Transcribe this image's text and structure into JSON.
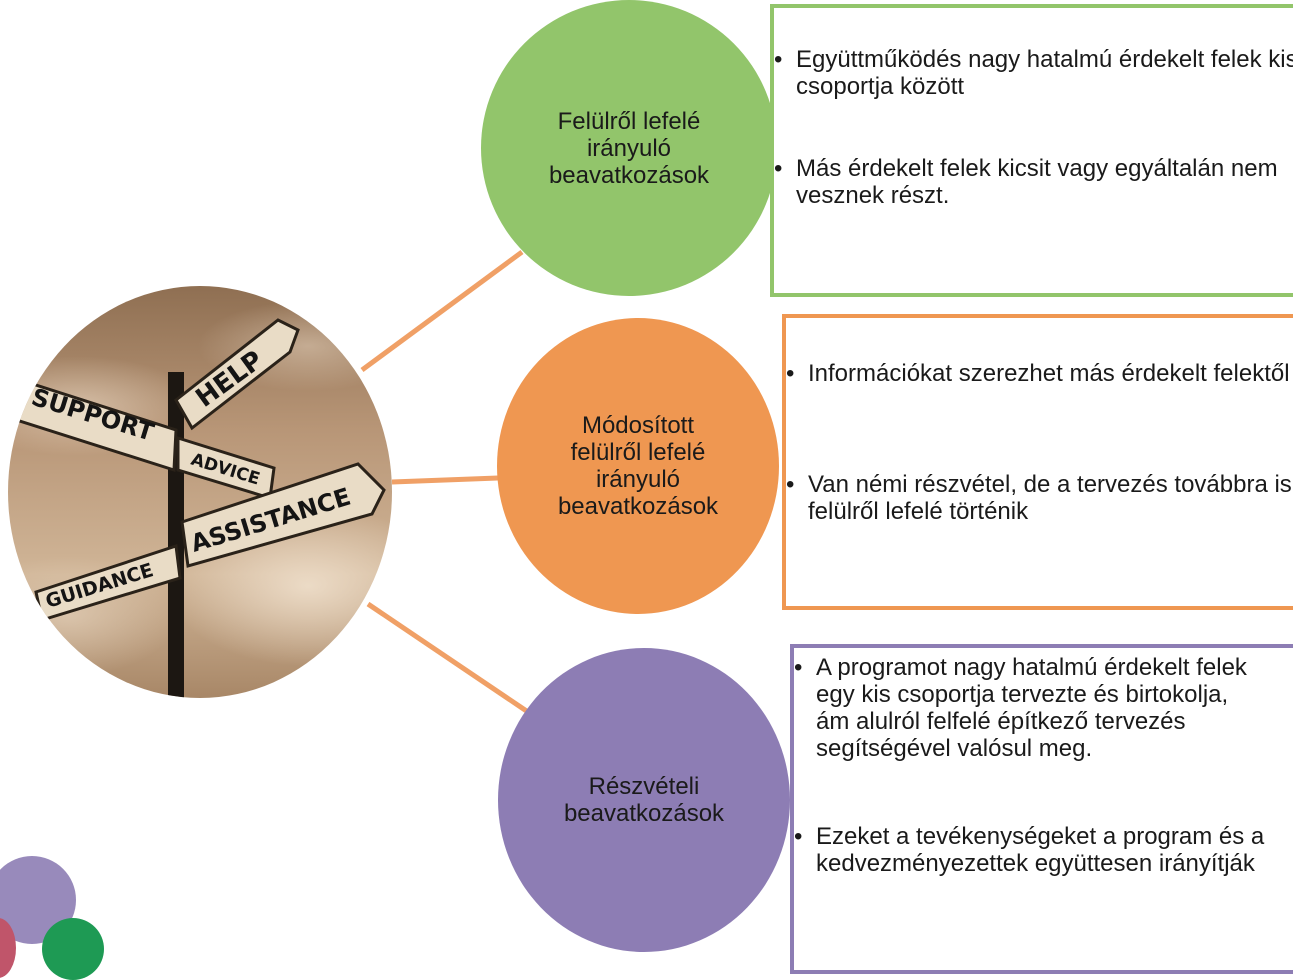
{
  "colors": {
    "green": "#92c56b",
    "orange": "#ef9751",
    "purple": "#8d7db4",
    "connector": "#f0a066",
    "photo_sepia": "#bfa07e"
  },
  "photo": {
    "signs": {
      "help": "HELP",
      "support": "SUPPORT",
      "advice": "ADVICE",
      "assistance": "ASSISTANCE",
      "guidance": "GUIDANCE"
    }
  },
  "nodes": [
    {
      "label": "Felülről lefelé\nirányuló\nbeavatkozások",
      "bullets": [
        "Együttműködés nagy hatalmú érdekelt felek kis csoportja között",
        "Más érdekelt felek kicsit vagy egyáltalán nem vesznek részt."
      ]
    },
    {
      "label": "Módosított\nfelülről lefelé\nirányuló\nbeavatkozások",
      "bullets": [
        "Információkat szerezhet más érdekelt felektől",
        "Van némi részvétel, de a tervezés továbbra is felülről lefelé történik"
      ]
    },
    {
      "label": "Részvételi\nbeavatkozások",
      "bullets": [
        "A programot nagy hatalmú érdekelt felek egy kis csoportja tervezte és birtokolja, ám alulról felfelé építkező tervezés segítségével valósul meg.",
        "Ezeket a tevékenységeket a program és a kedvezményezettek együttesen irányítják"
      ]
    }
  ]
}
